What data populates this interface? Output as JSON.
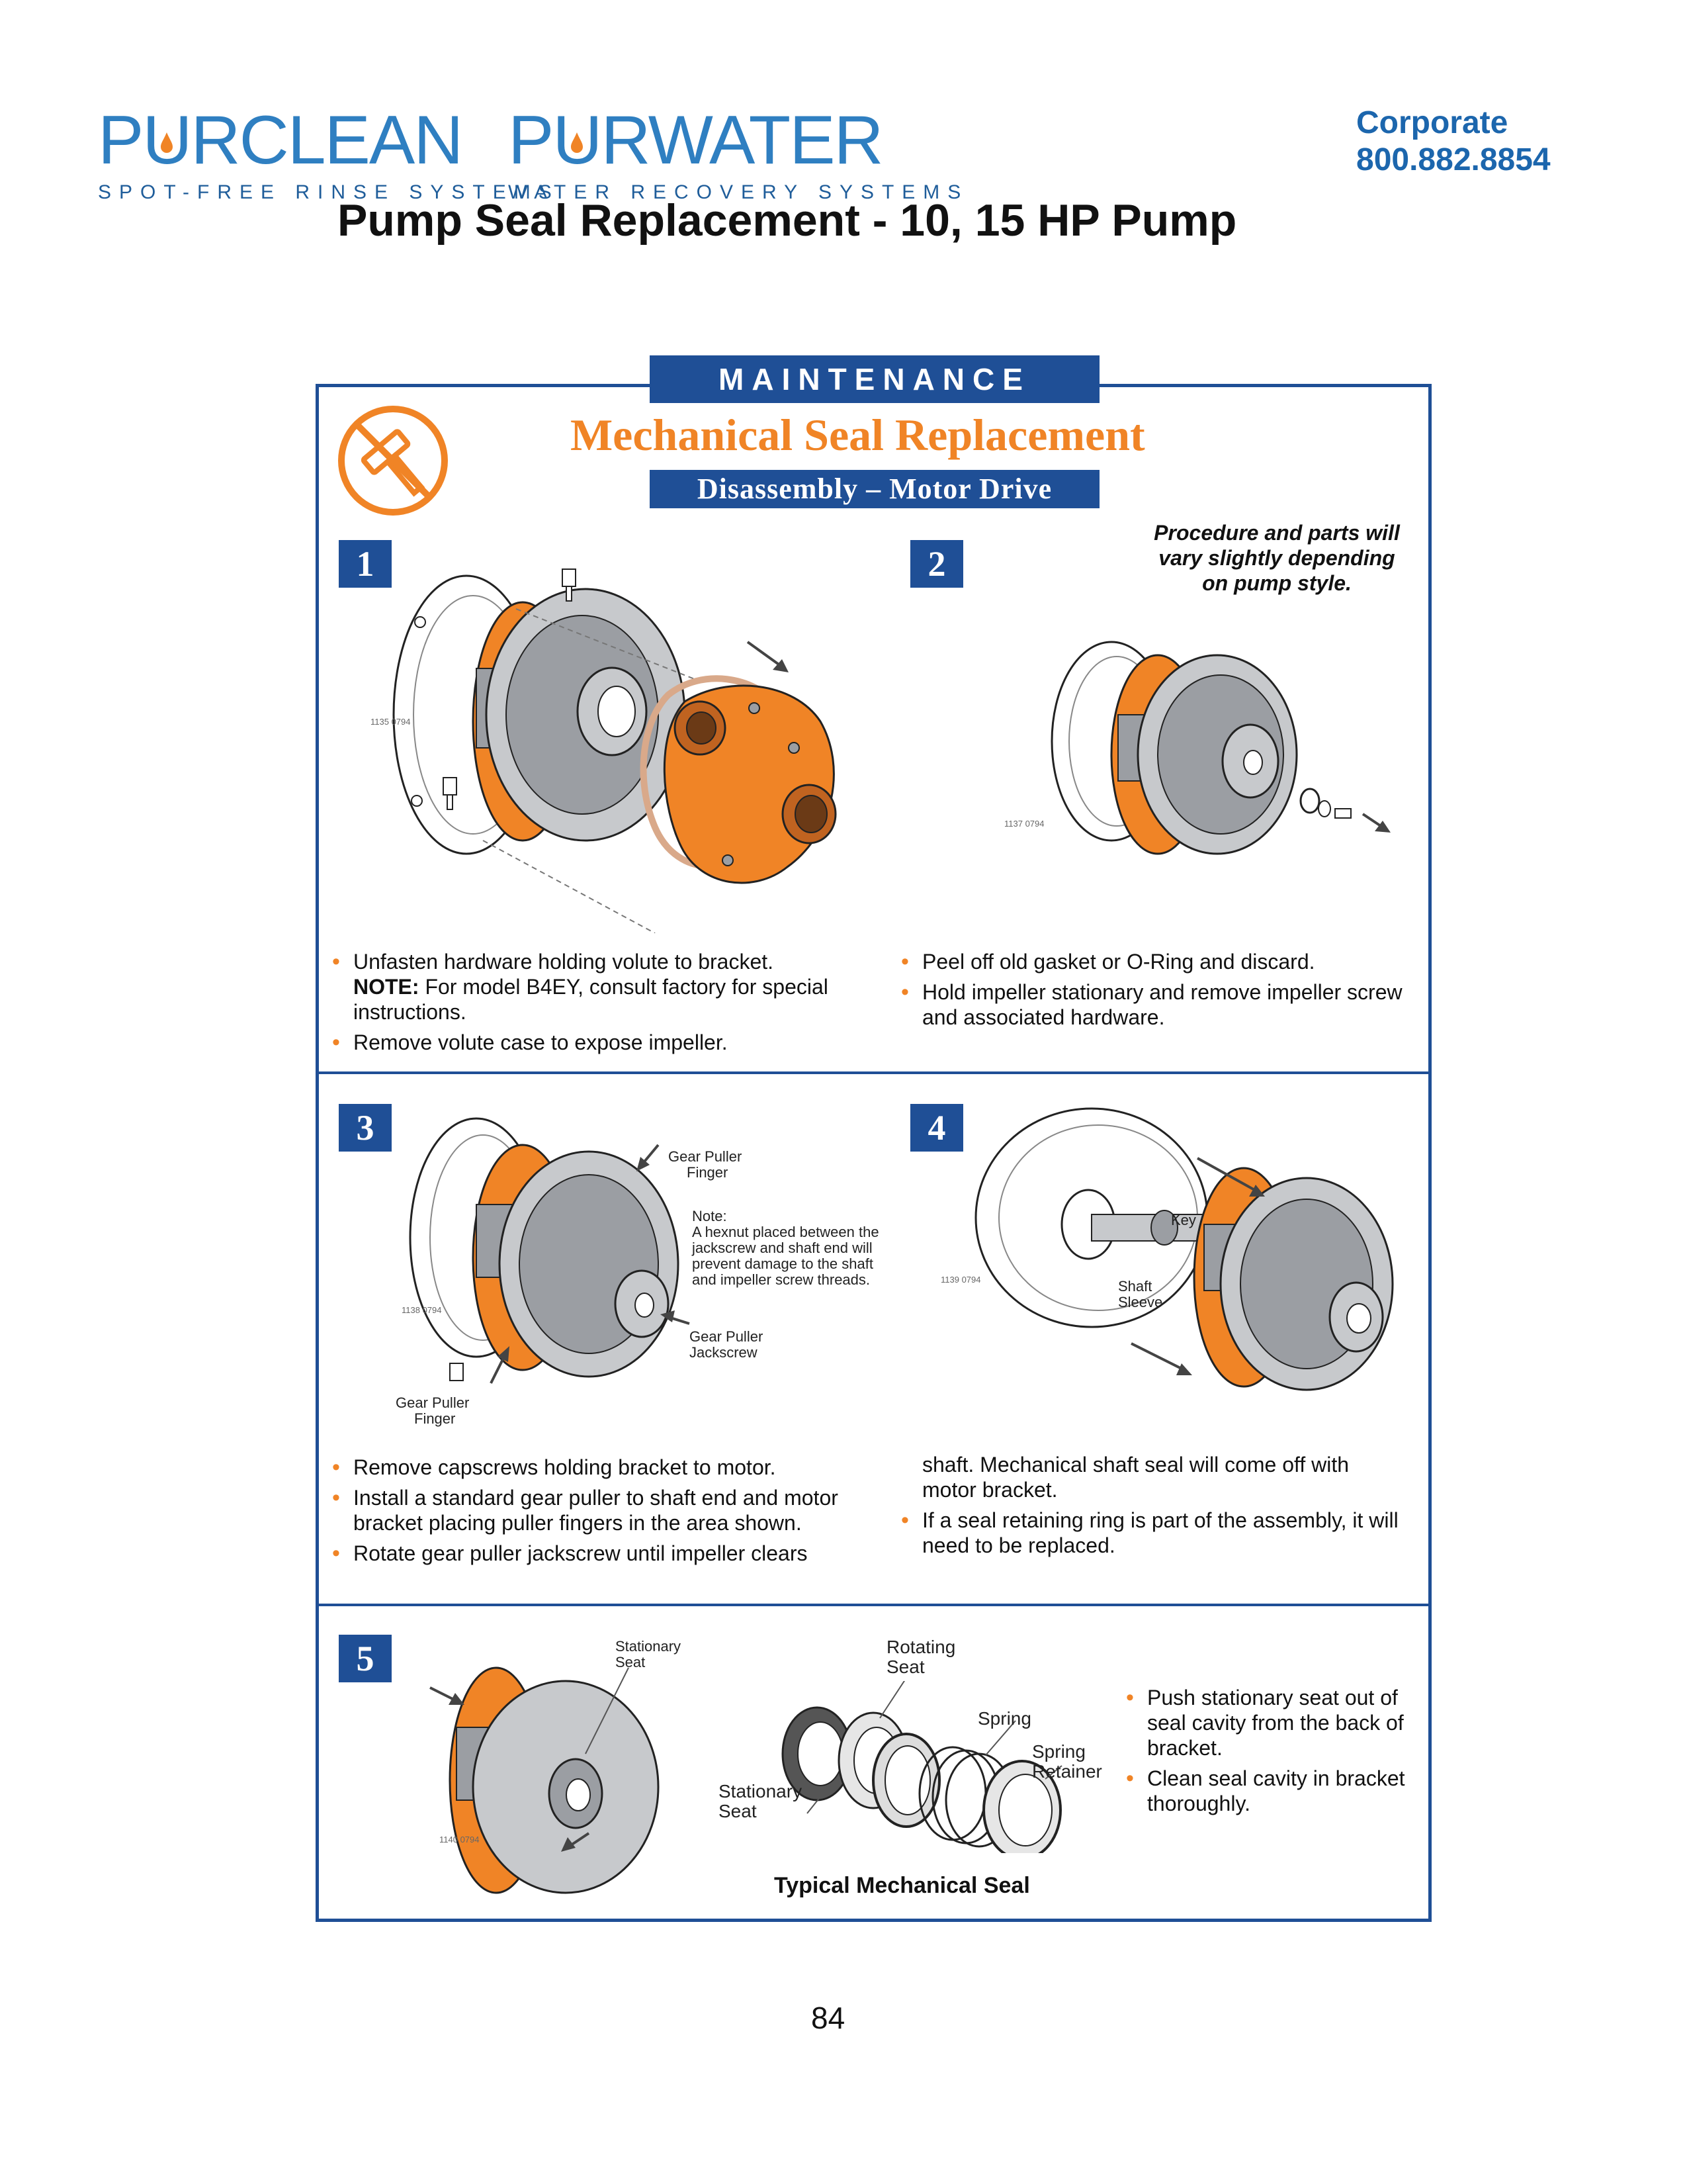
{
  "header": {
    "brand1": {
      "pre": "P",
      "u": "U",
      "post": "RCLEAN",
      "tagline": "SPOT-FREE RINSE SYSTEMS"
    },
    "brand2": {
      "pre": "P",
      "u": "U",
      "post": "RWATER",
      "tagline": "WATER RECOVERY SYSTEMS"
    },
    "corporate_label": "Corporate",
    "corporate_phone": "800.882.8854",
    "title": "Pump Seal Replacement - 10, 15 HP Pump"
  },
  "section": {
    "band": "MAINTENANCE",
    "title": "Mechanical Seal Replacement",
    "subtitle": "Disassembly – Motor Drive",
    "note": [
      "Procedure and parts will",
      "vary slightly depending",
      "on pump style."
    ]
  },
  "steps": [
    {
      "number": "1",
      "fig_code": "1135 0794",
      "bullets": [
        "Unfasten hardware holding volute to bracket."
      ],
      "note_label": "NOTE:",
      "note_text": " For model B4EY, consult factory for special instructions.",
      "bullets_after": [
        "Remove volute case to expose impeller."
      ]
    },
    {
      "number": "2",
      "fig_code": "1137 0794",
      "bullets": [
        "Peel off old gasket or O-Ring and discard.",
        "Hold impeller stationary and remove impeller screw and associated hardware."
      ]
    },
    {
      "number": "3",
      "fig_code": "1138 0794",
      "labels": {
        "finger_top": [
          "Gear Puller",
          "Finger"
        ],
        "note": [
          "Note:",
          "A hexnut placed between the",
          "jackscrew and shaft end will",
          "prevent damage to the shaft",
          "and impeller screw threads."
        ],
        "jackscrew": [
          "Gear Puller",
          "Jackscrew"
        ],
        "finger_bottom": [
          "Gear Puller",
          "Finger"
        ]
      },
      "bullets": [
        "Remove capscrews holding bracket to motor.",
        "Install a standard gear puller to shaft end and motor bracket placing puller fingers in the area shown.",
        "Rotate gear puller jackscrew until impeller clears"
      ]
    },
    {
      "number": "4",
      "fig_code": "1139 0794",
      "labels": {
        "key": "Key",
        "sleeve": [
          "Shaft",
          "Sleeve"
        ]
      },
      "continuation": "shaft. Mechanical shaft seal will come off with motor bracket.",
      "bullets": [
        "If a seal retaining ring is part of the assembly, it will need to be replaced."
      ]
    },
    {
      "number": "5",
      "fig_code": "1140 0794",
      "labels": {
        "stationary_top": [
          "Stationary",
          "Seat"
        ],
        "rotating": [
          "Rotating",
          "Seat"
        ],
        "spring": "Spring",
        "retainer": [
          "Spring",
          "Retainer"
        ],
        "stationary_bottom": [
          "Stationary",
          "Seat"
        ]
      },
      "caption": "Typical Mechanical Seal",
      "bullets": [
        "Push stationary seat out of seal cavity from the back of bracket.",
        "Clean seal cavity in bracket thoroughly."
      ]
    }
  ],
  "colors": {
    "accent_orange": "#f08426",
    "frame_blue": "#1f4f96",
    "brand_blue": "#2f7fc1",
    "metal_gray": "#9b9ea3"
  },
  "page_number": "84"
}
